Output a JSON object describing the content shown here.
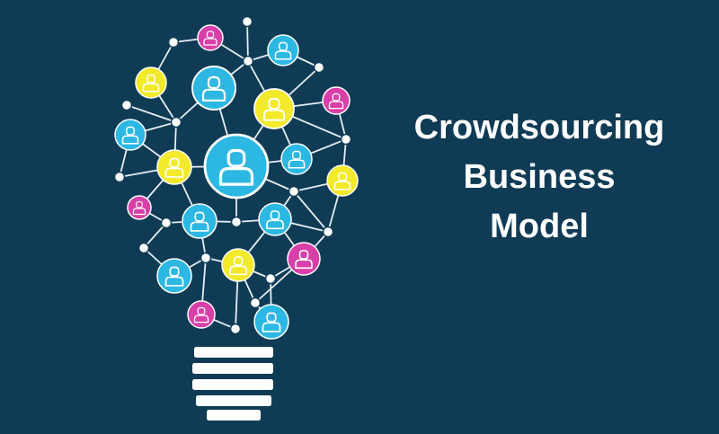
{
  "title": {
    "line1": "Crowdsourcing",
    "line2": "Business",
    "line3": "Model"
  },
  "colors": {
    "background": "#0f3b55",
    "link": "#e6eef3",
    "cyan": "#2db8e3",
    "yellow": "#f2ea2b",
    "magenta": "#d93fa8",
    "person": "#ffffff",
    "bulb_base": "#ffffff"
  },
  "icons": {
    "node_icon": "person-icon",
    "base_icon": "light-bulb-base-icon"
  }
}
